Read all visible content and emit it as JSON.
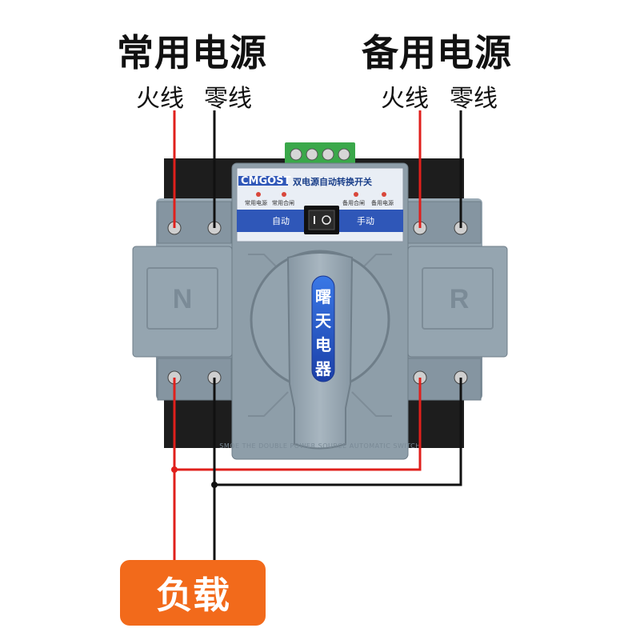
{
  "labels": {
    "main_power": "常用电源",
    "backup_power": "备用电源",
    "live_left": "火线",
    "neutral_left": "零线",
    "live_right": "火线",
    "neutral_right": "零线",
    "load": "负载"
  },
  "device": {
    "brand": "CMGOST",
    "title": "双电源自动转换开关",
    "indicators": [
      "常用电源",
      "常用合闸",
      "备用合闸",
      "备用电源"
    ],
    "mode_auto": "自动",
    "mode_manual": "手动",
    "side_left_letter": "N",
    "side_right_letter": "R",
    "knob_chars": [
      "曙",
      "天",
      "电",
      "器"
    ],
    "bottom_text": "SMOE THE DOUBLE POWER SOURCE AUTOMATIC SWITCH"
  },
  "colors": {
    "live_wire": "#e0201c",
    "neutral_wire": "#111111",
    "housing": "#8a9aa6",
    "panel_blue": "#2f57b8",
    "load_box": "#f26a1b"
  }
}
